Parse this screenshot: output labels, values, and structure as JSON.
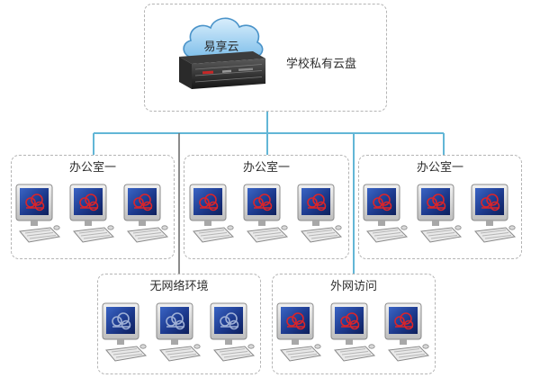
{
  "top": {
    "cloud_label": "易享云",
    "server_label": "学校私有云盘"
  },
  "offices": [
    {
      "title": "办公室一",
      "computers": 3,
      "screen_icon": "red-cloud"
    },
    {
      "title": "办公室一",
      "computers": 3,
      "screen_icon": "red-cloud"
    },
    {
      "title": "办公室一",
      "computers": 3,
      "screen_icon": "red-cloud"
    }
  ],
  "bottom": [
    {
      "title": "无网络环境",
      "computers": 3,
      "screen_icon": "gray-cloud"
    },
    {
      "title": "外网访问",
      "computers": 3,
      "screen_icon": "red-cloud"
    }
  ],
  "colors": {
    "wire_blue": "#62b6d6",
    "wire_gray": "#6e6e6e",
    "border_dashed": "#b4b4b4",
    "screen_blue": "#1f3d8a",
    "accent_red": "#d9252a",
    "cloud_blue": "#8fcaf0"
  }
}
